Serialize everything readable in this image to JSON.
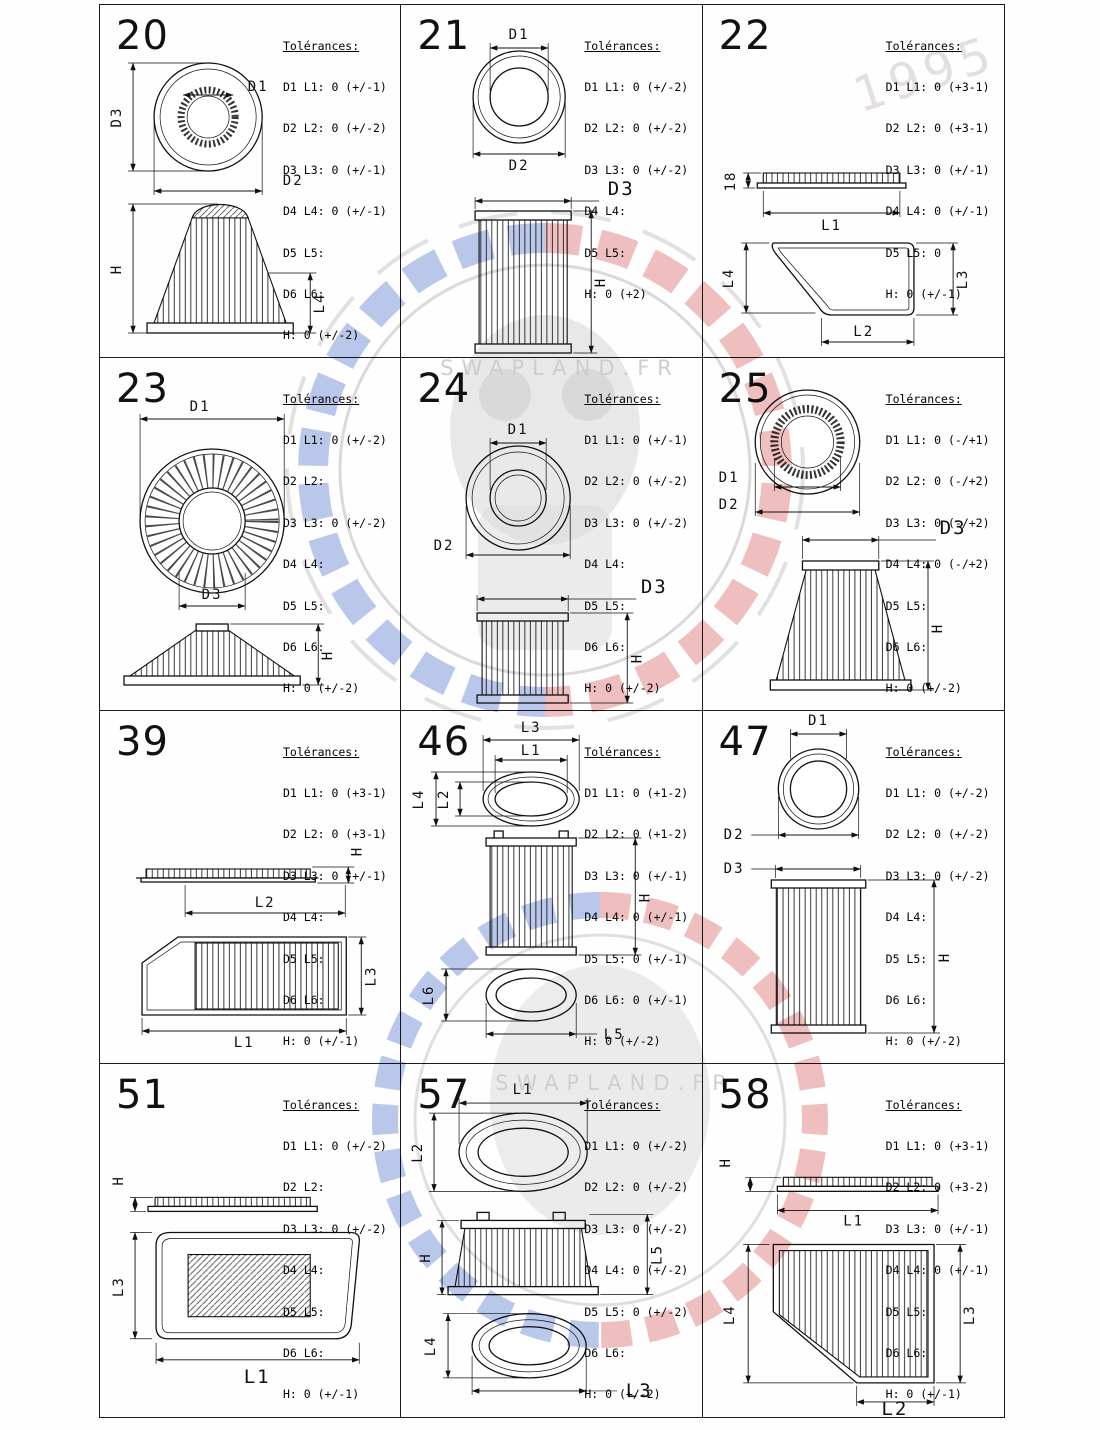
{
  "sheet": {
    "watermark_text": "SWAPLAND.FR",
    "watermark_year": "1995",
    "colors": {
      "blue": "#5b7ed0",
      "red": "#dc6a6a",
      "gray": "#9a9a9a",
      "line": "#111111"
    }
  },
  "cells": [
    {
      "num": "20",
      "tol_title": "Tolérances:",
      "tols": [
        "D1 L1: 0 (+/-1)",
        "D2 L2: 0 (+/-2)",
        "D3 L3: 0 (+/-1)",
        "D4 L4: 0 (+/-1)",
        "D5 L5:",
        "D6 L6:",
        "H: 0 (+/-2)"
      ],
      "labels": {
        "d1": "D1",
        "d3": "D3",
        "d2": "D2",
        "h": "H",
        "l4": "L4"
      }
    },
    {
      "num": "21",
      "tol_title": "Tolérances:",
      "tols": [
        "D1 L1: 0 (+/-2)",
        "D2 L2: 0 (+/-2)",
        "D3 L3: 0 (+/-2)",
        "D4 L4:",
        "D5 L5:",
        "H: 0 (+2)"
      ],
      "labels": {
        "d1": "D1",
        "d2": "D2",
        "d3": "D3",
        "h": "H"
      }
    },
    {
      "num": "22",
      "tol_title": "Tolérances:",
      "tols": [
        "D1 L1: 0 (+3-1)",
        "D2 L2: 0 (+3-1)",
        "D3 L3: 0 (+/-1)",
        "D4 L4: 0 (+/-1)",
        "D5 L5: 0",
        "H: 0 (+/-1)"
      ],
      "labels": {
        "h18": "18",
        "l1": "L1",
        "l4": "L4",
        "l3": "L3",
        "l2": "L2"
      }
    },
    {
      "num": "23",
      "tol_title": "Tolérances:",
      "tols": [
        "D1 L1: 0 (+/-2)",
        "D2 L2:",
        "D3 L3: 0 (+/-2)",
        "D4 L4:",
        "D5 L5:",
        "D6 L6:",
        "H: 0 (+/-2)"
      ],
      "labels": {
        "d1": "D1",
        "d3": "D3",
        "h": "H"
      }
    },
    {
      "num": "24",
      "tol_title": "Tolérances:",
      "tols": [
        "D1 L1: 0 (+/-1)",
        "D2 L2: 0 (+/-2)",
        "D3 L3: 0 (+/-2)",
        "D4 L4:",
        "D5 L5:",
        "D6 L6:",
        "H: 0 (+/-2)"
      ],
      "labels": {
        "d1": "D1",
        "d2": "D2",
        "d3": "D3",
        "h": "H"
      }
    },
    {
      "num": "25",
      "tol_title": "Tolérances:",
      "tols": [
        "D1 L1: 0 (-/+1)",
        "D2 L2: 0 (-/+2)",
        "D3 L3: 0 (-/+2)",
        "D4 L4: 0 (-/+2)",
        "D5 L5:",
        "D6 L6:",
        "H: 0 (+/-2)"
      ],
      "labels": {
        "d1": "D1",
        "d2": "D2",
        "d3": "D3",
        "h": "H"
      }
    },
    {
      "num": "39",
      "tol_title": "Tolérances:",
      "tols": [
        "D1 L1: 0 (+3-1)",
        "D2 L2: 0 (+3-1)",
        "D3 L3: 0 (+/-1)",
        "D4 L4:",
        "D5 L5:",
        "D6 L6:",
        "H: 0 (+/-1)"
      ],
      "labels": {
        "h": "H",
        "l2": "L2",
        "l3": "L3",
        "l1": "L1"
      }
    },
    {
      "num": "46",
      "tol_title": "Tolérances:",
      "tols": [
        "D1 L1: 0 (+1-2)",
        "D2 L2: 0 (+1-2)",
        "D3 L3: 0 (+/-1)",
        "D4 L4: 0 (+/-1)",
        "D5 L5: 0 (+/-1)",
        "D6 L6: 0 (+/-1)",
        "H: 0 (+/-2)"
      ],
      "labels": {
        "l3": "L3",
        "l1": "L1",
        "l4": "L4",
        "l2": "L2",
        "h": "H",
        "l6": "L6",
        "l5": "L5"
      }
    },
    {
      "num": "47",
      "tol_title": "Tolérances:",
      "tols": [
        "D1 L1: 0 (+/-2)",
        "D2 L2: 0 (+/-2)",
        "D3 L3: 0 (+/-2)",
        "D4 L4:",
        "D5 L5:",
        "D6 L6:",
        "H: 0 (+/-2)"
      ],
      "labels": {
        "d1": "D1",
        "d2": "D2",
        "d3": "D3",
        "h": "H"
      }
    },
    {
      "num": "51",
      "tol_title": "Tolérances:",
      "tols": [
        "D1 L1: 0 (+/-2)",
        "D2 L2:",
        "D3 L3: 0 (+/-2)",
        "D4 L4:",
        "D5 L5:",
        "D6 L6:",
        "H: 0 (+/-1)"
      ],
      "labels": {
        "h": "H",
        "l3": "L3",
        "l1": "L1"
      }
    },
    {
      "num": "57",
      "tol_title": "Tolérances:",
      "tols": [
        "D1 L1: 0 (+/-2)",
        "D2 L2: 0 (+/-2)",
        "D3 L3: 0 (+/-2)",
        "D4 L4: 0 (+/-2)",
        "D5 L5: 0 (+/-2)",
        "D6 L6:",
        "H: 0 (+/-2)"
      ],
      "labels": {
        "l1": "L1",
        "l2": "L2",
        "h": "H",
        "l5": "L5",
        "l4": "L4",
        "l3": "L3"
      }
    },
    {
      "num": "58",
      "tol_title": "Tolérances:",
      "tols": [
        "D1 L1: 0 (+3-1)",
        "D2 L2: 0 (+3-2)",
        "D3 L3: 0 (+/-1)",
        "D4 L4: 0 (+/-1)",
        "D5 L5:",
        "D6 L6:",
        "H: 0 (+/-1)"
      ],
      "labels": {
        "h": "H",
        "l1": "L1",
        "l4": "L4",
        "l3": "L3",
        "l2": "L2"
      }
    }
  ]
}
